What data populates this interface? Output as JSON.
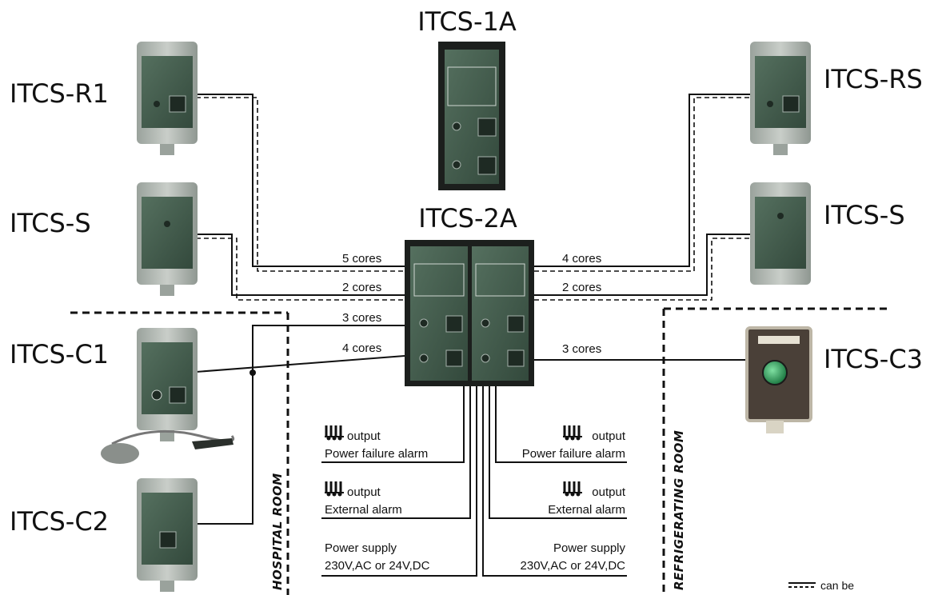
{
  "devices": {
    "itcs_1a": "ITCS-1A",
    "itcs_2a": "ITCS-2A",
    "itcs_r1": "ITCS-R1",
    "itcs_s_left": "ITCS-S",
    "itcs_rs": "ITCS-RS",
    "itcs_s_right": "ITCS-S",
    "itcs_c1": "ITCS-C1",
    "itcs_c2": "ITCS-C2",
    "itcs_c3": "ITCS-C3"
  },
  "cables": {
    "left_5": "5 cores",
    "left_2": "2 cores",
    "left_3": "3 cores",
    "left_4": "4 cores",
    "right_4": "4 cores",
    "right_2": "2 cores",
    "right_3": "3 cores"
  },
  "outputs": {
    "output_word": "output",
    "left_power_failure": "Power failure alarm",
    "left_external": "External alarm",
    "left_supply_1": "Power supply",
    "left_supply_2": "230V,AC or 24V,DC",
    "right_power_failure": "Power failure alarm",
    "right_external": "External alarm",
    "right_supply_1": "Power supply",
    "right_supply_2": "230V,AC or 24V,DC"
  },
  "rooms": {
    "hospital": "HOSPITAL ROOM",
    "refrigerating": "REFRIGERATING ROOM"
  },
  "legend": {
    "text": "can be"
  },
  "colors": {
    "panel_green": "#3d5a4a",
    "panel_frame": "#2b2f2c",
    "c3_body": "#4a4038",
    "button_green": "#2f9a5a"
  }
}
